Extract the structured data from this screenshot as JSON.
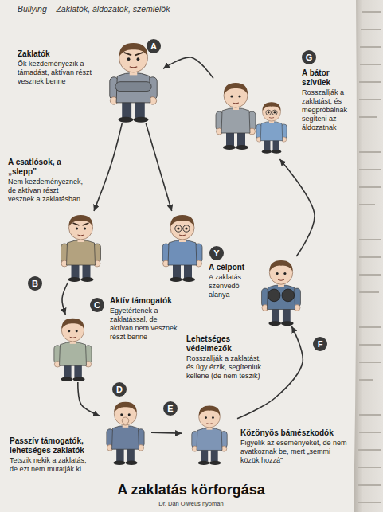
{
  "diagram": {
    "title": "A zaklatás körforgása",
    "caption": "Dr. Dan Olweus nyomán",
    "nodes": [
      {
        "text": [
          "A",
          "Zaklatók",
          "Ők kezdeményezik a támadást, aktívan részt vesznek benne"
        ]
      },
      {
        "text": [
          "G",
          "A bátor szívűek",
          "Rosszallják a zaklatást, és megpróbálnak segíteni az áldozatnak"
        ]
      },
      {
        "text": [
          "B",
          "A csatlósok, a „slepp”",
          "Nem kezdeményeznek, de aktívan részt vesznek a zaklatásban"
        ]
      },
      {
        "text": [
          "Y",
          "A célpont",
          "A zaklatás szenvedő alanya"
        ]
      },
      {
        "text": [
          "C",
          "Aktív támogatók",
          "Egyetértenek a zaklatással, de aktívan nem vesznek részt benne"
        ]
      },
      {
        "text": [
          "F",
          "Lehetséges védelmezők",
          "Rosszallják a zaklatást, és úgy érzik, segíteniük kellene (de nem teszik)"
        ]
      },
      {
        "text": [
          "D",
          "Passzív támogatók, lehetséges zaklatók",
          "Tetszik nekik a zaklatás, de ezt nem mutatják ki"
        ]
      },
      {
        "text": [
          "E",
          "Közönyös bámészkodók",
          "Figyelik az eseményeket, de nem avatkoznak be, mert „semmi közük hozzá”"
        ]
      }
    ],
    "edges": [
      {
        "from": 0,
        "to": 2,
        "arrow": "to"
      },
      {
        "from": 2,
        "to": 4,
        "arrow": "to"
      },
      {
        "from": 4,
        "to": 6,
        "arrow": "to"
      },
      {
        "from": 6,
        "to": 7,
        "arrow": "to"
      },
      {
        "from": 7,
        "to": 5,
        "arrow": "to"
      },
      {
        "from": 5,
        "to": 1,
        "arrow": "to"
      },
      {
        "from": 1,
        "to": 0,
        "arrow": "to"
      },
      {
        "from": 0,
        "to": 3,
        "arrow": "to"
      }
    ],
    "labels": [
      "Bullying – Zaklatók, áldozatok, szemlélők"
    ]
  }
}
